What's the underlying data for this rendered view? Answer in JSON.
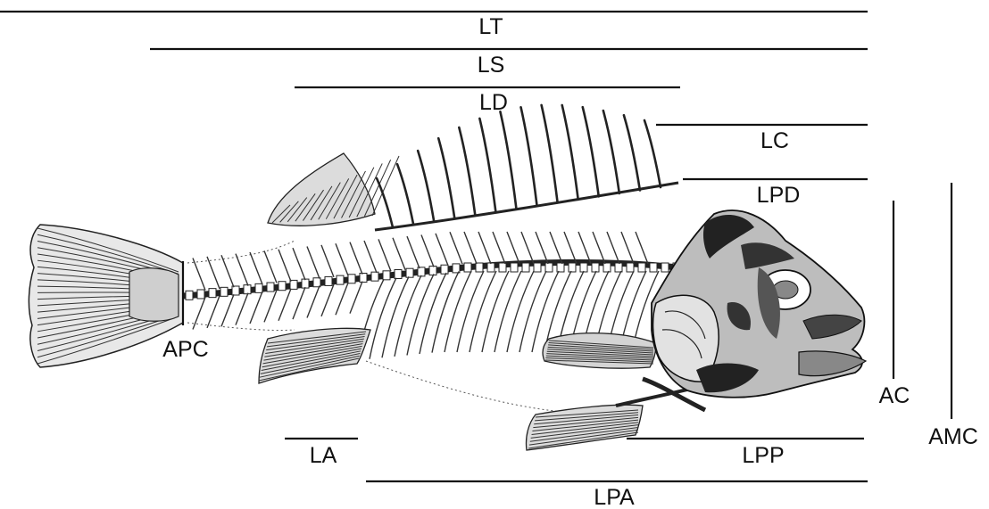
{
  "labels": {
    "lt": "LT",
    "ls": "LS",
    "ld": "LD",
    "lc": "LC",
    "lpd": "LPD",
    "ac": "AC",
    "amc": "AMC",
    "apc": "APC",
    "la": "LA",
    "lpp": "LPP",
    "lpa": "LPA"
  }
}
